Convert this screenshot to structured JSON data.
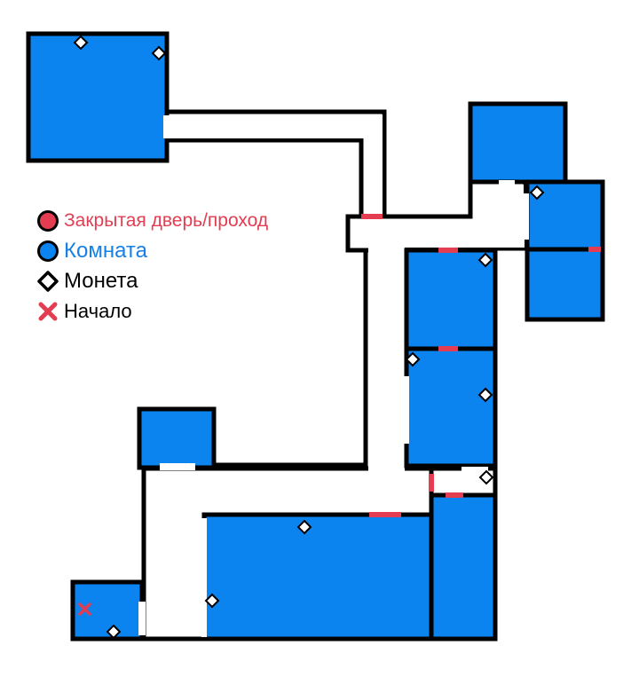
{
  "legend": {
    "door_label": "Закрытая дверь/проход",
    "room_label": "Комната",
    "coin_label": "Монета",
    "start_label": "Начало"
  },
  "colors": {
    "room": "#0b84f0",
    "wall": "#000000",
    "door": "#e43d52",
    "corridor": "#ffffff",
    "coin_fill": "#ffffff",
    "room_text": "#1580e5",
    "door_text": "#e43d52"
  },
  "icons": {
    "door": "red-circle-icon",
    "room": "blue-circle-icon",
    "coin": "diamond-icon",
    "start": "red-x-icon"
  }
}
